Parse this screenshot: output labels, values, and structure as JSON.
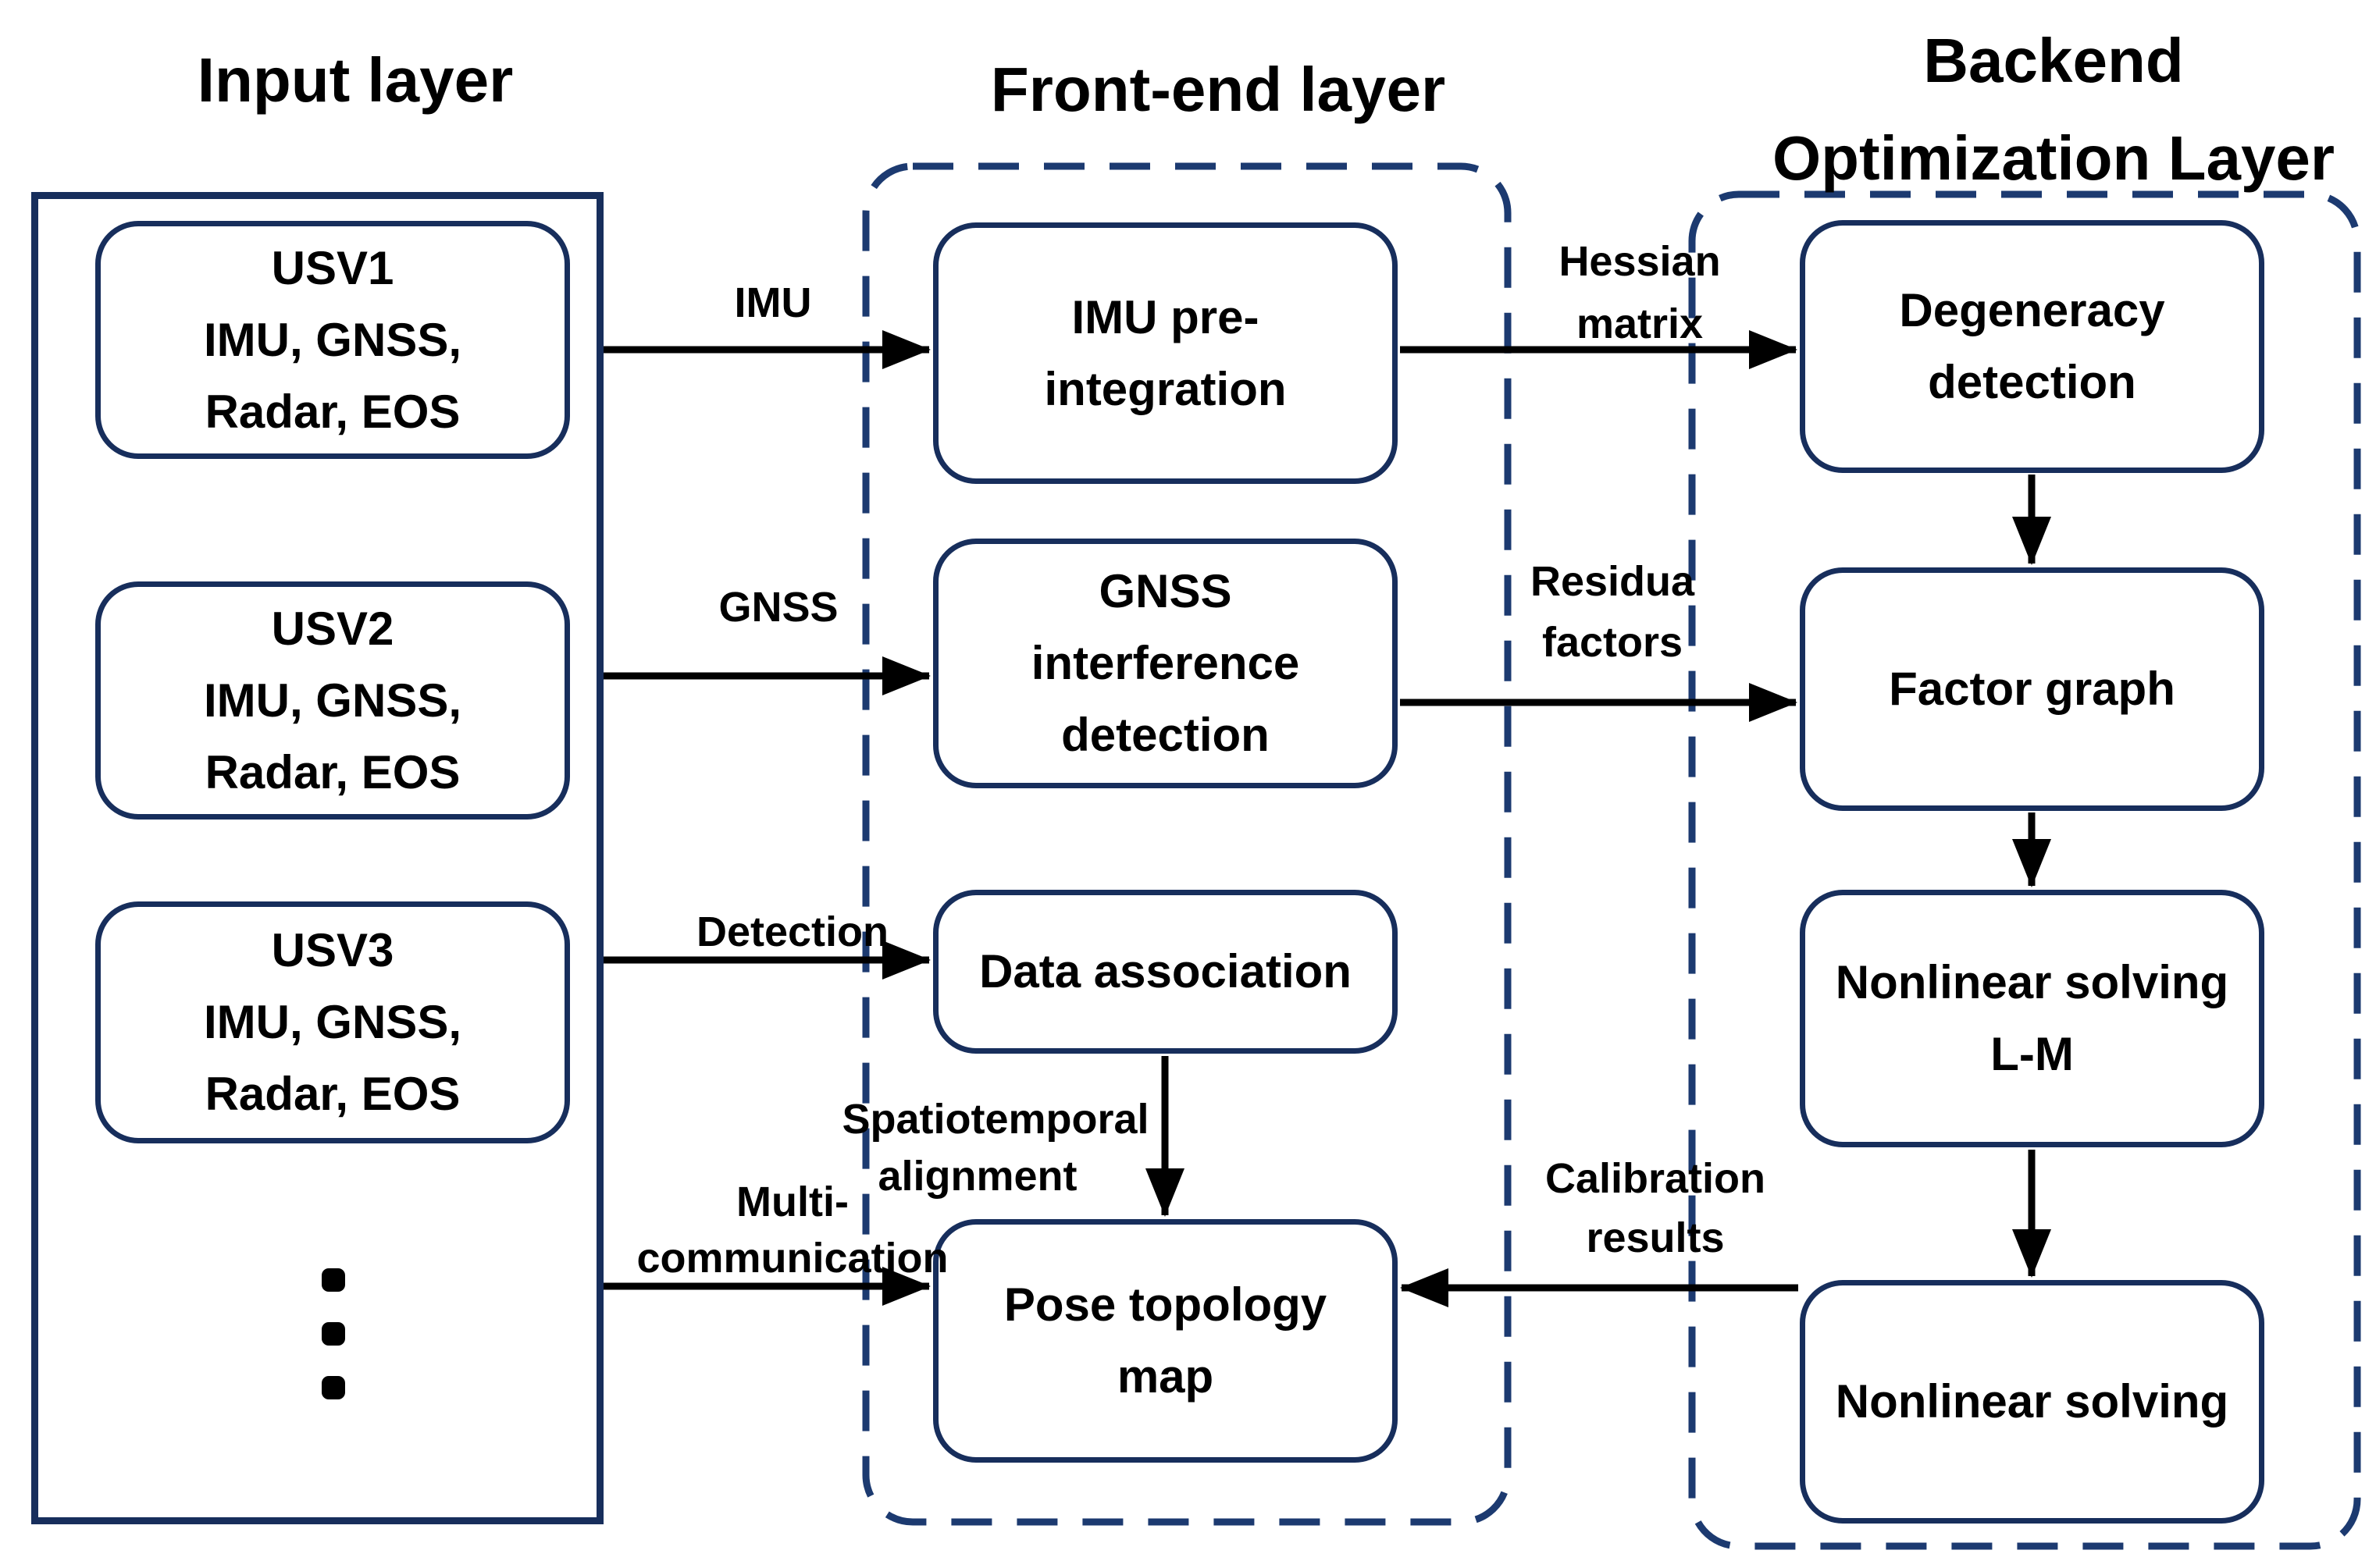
{
  "diagram": {
    "titles": {
      "input": "Input layer",
      "frontend": "Front-end layer",
      "backend_line1": "Backend",
      "backend_line2": "Optimization Layer"
    },
    "input_layer": {
      "usv1": {
        "lines": [
          "USV1",
          "IMU, GNSS,",
          "Radar, EOS"
        ]
      },
      "usv2": {
        "lines": [
          "USV2",
          "IMU, GNSS,",
          "Radar, EOS"
        ]
      },
      "usv3": {
        "lines": [
          "USV3",
          "IMU, GNSS,",
          "Radar, EOS"
        ]
      }
    },
    "frontend_layer": {
      "imu_preintegration": {
        "lines": [
          "IMU pre-",
          "integration"
        ]
      },
      "gnss_interference": {
        "lines": [
          "GNSS",
          "interference",
          "detection"
        ]
      },
      "data_association": {
        "lines": [
          "Data association"
        ]
      },
      "pose_topology_map": {
        "lines": [
          "Pose topology",
          "map"
        ]
      }
    },
    "backend_layer": {
      "degeneracy_detection": {
        "lines": [
          "Degeneracy",
          "detection"
        ]
      },
      "factor_graph": {
        "lines": [
          "Factor graph"
        ]
      },
      "nonlinear_solving_lm": {
        "lines": [
          "Nonlinear solving",
          "L-M"
        ]
      },
      "nonlinear_solving": {
        "lines": [
          "Nonlinear solving"
        ]
      }
    },
    "arrow_labels": {
      "imu": "IMU",
      "gnss": "GNSS",
      "detection": "Detection",
      "multi_line1": "Multi-",
      "multi_line2": "communication",
      "hessian_line1": "Hessian",
      "hessian_line2": "matrix",
      "residual_line1": "Residua",
      "residual_line2": "factors",
      "spatiotemporal_line1": "Spatiotemporal",
      "spatiotemporal_line2": "alignment",
      "calibration_line1": "Calibration",
      "calibration_line2": "results"
    },
    "colors": {
      "border_navy": "#172e5c",
      "dashed_navy": "#1c3a70",
      "arrow_black": "#000000",
      "text_black": "#000000",
      "background": "#ffffff"
    }
  }
}
